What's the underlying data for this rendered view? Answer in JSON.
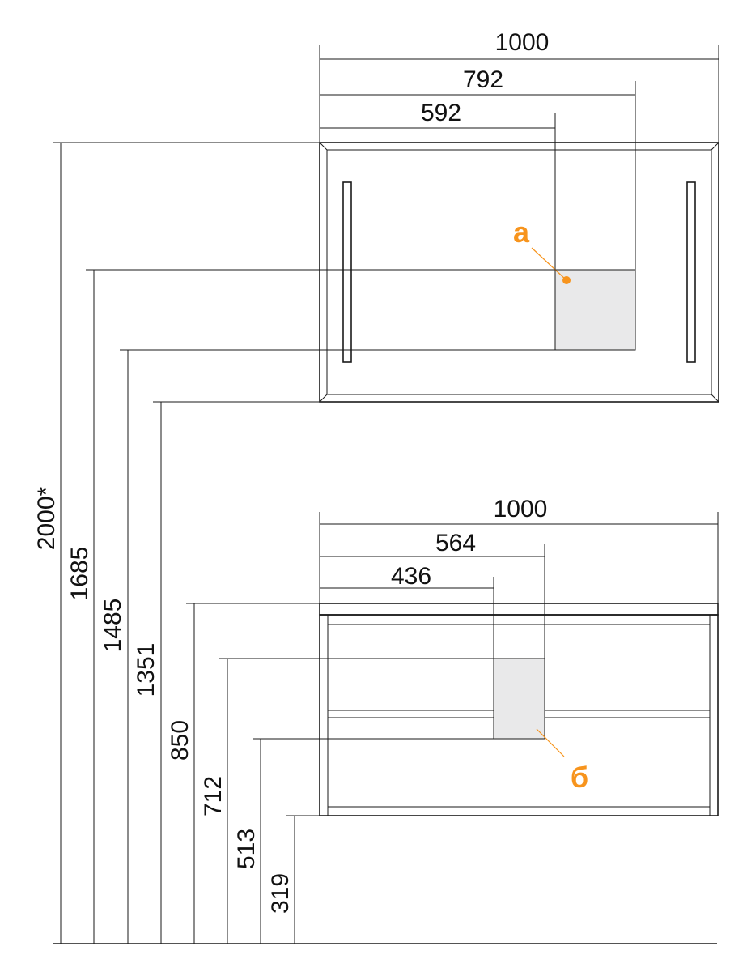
{
  "accent_color": "#F7941D",
  "highlight_color": "#E9E9EA",
  "mirror": {
    "width_label": "1000",
    "dim_792": "792",
    "dim_592": "592",
    "marker_label": "а"
  },
  "cabinet": {
    "width_label": "1000",
    "dim_564": "564",
    "dim_436": "436",
    "marker_label": "б"
  },
  "heights": {
    "total": "2000*",
    "h1685": "1685",
    "h1485": "1485",
    "h1351": "1351",
    "h850": "850",
    "h712": "712",
    "h513": "513",
    "h319": "319"
  }
}
